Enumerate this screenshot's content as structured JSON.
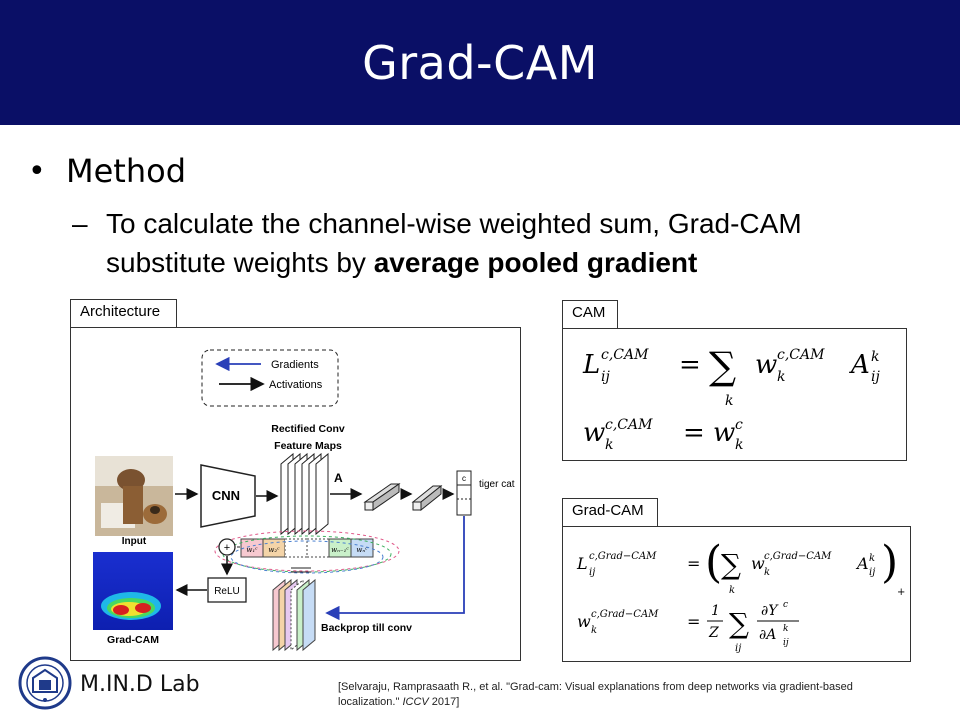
{
  "slide": {
    "title": "Grad-CAM",
    "bullet": "Method",
    "sub_dash": "–",
    "sub_text_plain": "To calculate the channel-wise weighted sum, Grad-CAM substitute weights by ",
    "sub_text_bold": "average pooled gradient"
  },
  "architecture": {
    "tab_label": "Architecture",
    "legend_gradients": "Gradients",
    "legend_activations": "Activations",
    "feature_maps_line1": "Rectified Conv",
    "feature_maps_line2": "Feature Maps",
    "cnn_label": "CNN",
    "a_label": "A",
    "class_box_label": "c",
    "output_label": "tiger cat",
    "input_label": "Input",
    "gradcam_label": "Grad-CAM",
    "relu_label": "ReLU",
    "plus_label": "+",
    "backprop_label": "Backprop till conv"
  },
  "cam": {
    "tab_label": "CAM"
  },
  "gradcam_box": {
    "tab_label": "Grad-CAM"
  },
  "footer": {
    "lab_name": "M.IN.D Lab",
    "citation_main": "[Selvaraju, Ramprasaath R., et al. \"Grad-cam: Visual explanations from deep networks via gradient-based localization.\" ",
    "citation_venue": "ICCV",
    "citation_year": " 2017]"
  },
  "colors": {
    "header_bg": "#0a0f66",
    "gradient_arrow": "#2a3fb8",
    "heatmap_core": "#d62020"
  }
}
